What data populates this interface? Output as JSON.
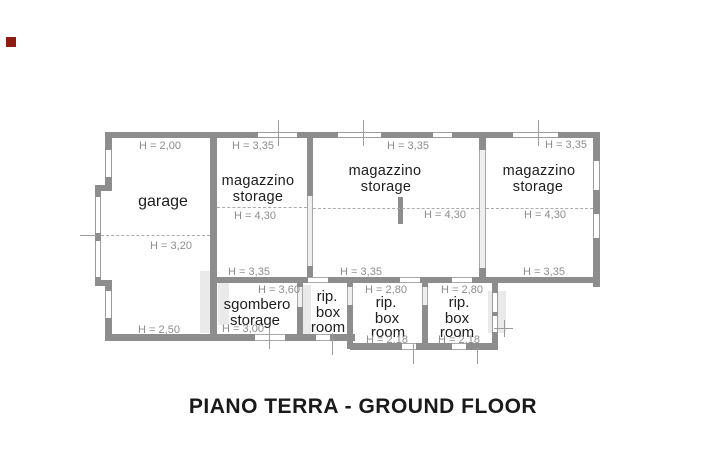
{
  "plan": {
    "title": "PIANO TERRA - GROUND FLOOR",
    "rooms": {
      "garage": {
        "name": "garage",
        "h_top": "H = 2,00",
        "h_middle": "H = 3,20",
        "h_bottom": "H = 2,50"
      },
      "storage_left": {
        "name_it": "magazzino",
        "name_en": "storage",
        "h_top": "H = 3,35",
        "h_middle": "H = 4,30",
        "h_bottom": "H = 3,35"
      },
      "storage_center": {
        "name_it": "magazzino",
        "name_en": "storage",
        "h_top": "H = 3,35",
        "h_middle": "H = 4,30",
        "h_bottom": "H = 3,35"
      },
      "storage_right": {
        "name_it": "magazzino",
        "name_en": "storage",
        "h_top": "H = 3,35",
        "h_middle": "H = 4,30",
        "h_bottom": "H = 3,35"
      },
      "sgombero": {
        "name_it": "sgombero",
        "name_en": "storage",
        "h_top": "H = 3,60",
        "h_bottom": "H = 3,00"
      },
      "box_room_1": {
        "line1": "rip.",
        "line2": "box",
        "line3": "room"
      },
      "box_room_2": {
        "line1": "rip.",
        "line2": "box",
        "line3": "room",
        "h_top": "H = 2,80",
        "h_bottom": "H = 2,18"
      },
      "box_room_3": {
        "line1": "rip.",
        "line2": "box",
        "line3": "room",
        "h_top": "H = 2,80",
        "h_bottom": "H = 2,18"
      }
    },
    "colors": {
      "wall": "#8d8d8d",
      "room_text": "#1d1d1d",
      "height_label": "#8d8d8d",
      "dashed_line": "#ababab",
      "marker": "#8f1c12",
      "watermark": "#d9d9d9"
    }
  }
}
